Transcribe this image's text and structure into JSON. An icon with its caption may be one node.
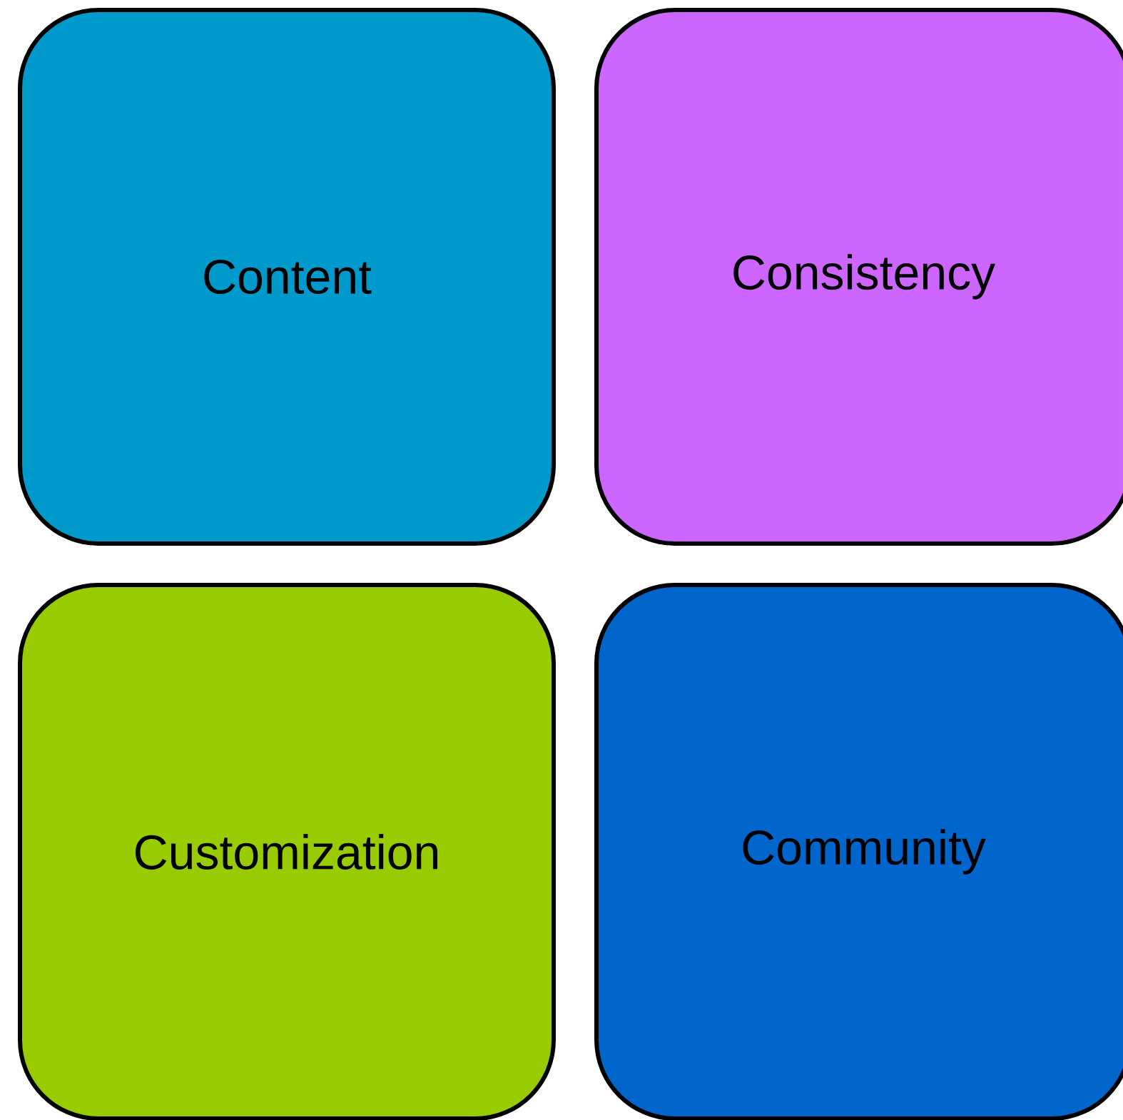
{
  "diagram": {
    "nodes": [
      {
        "text": [
          "Content"
        ]
      },
      {
        "text": [
          "Consistency"
        ]
      },
      {
        "text": [
          "Customization"
        ]
      },
      {
        "text": [
          "Community"
        ]
      }
    ]
  }
}
